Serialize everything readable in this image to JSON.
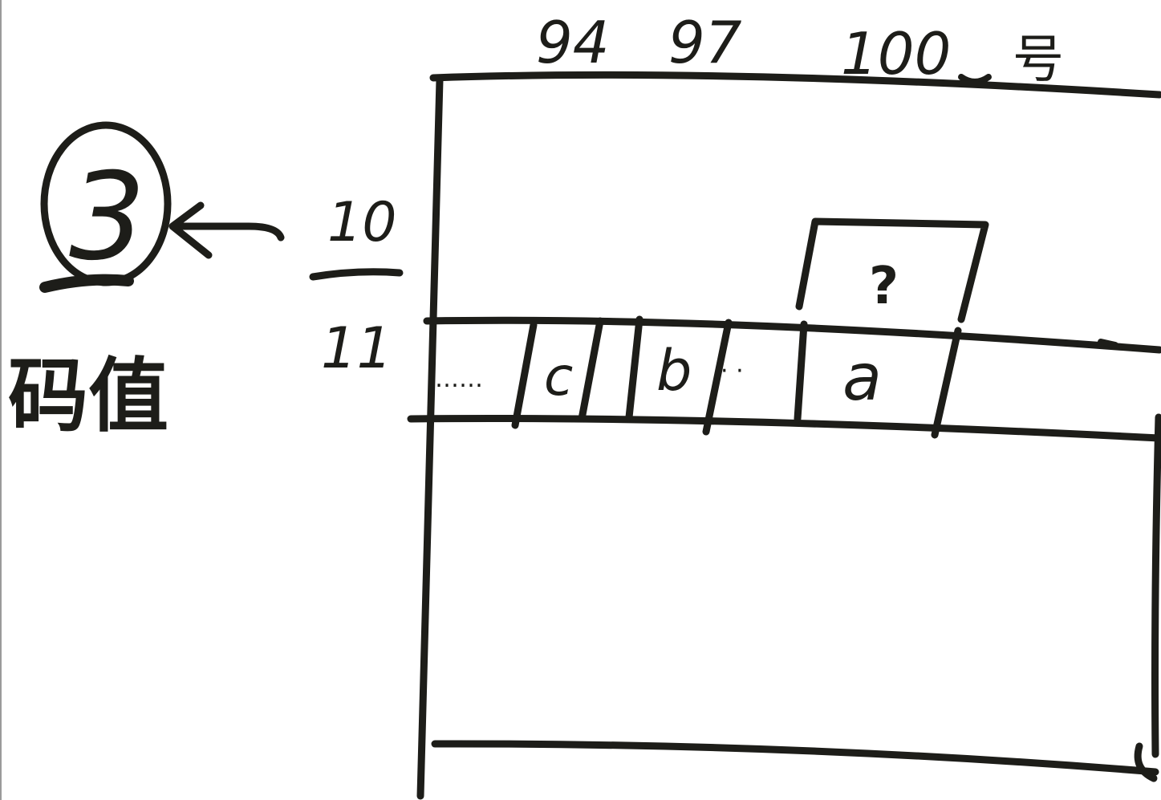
{
  "colors": {
    "ink": "#1d1d19",
    "background": "#ffffff",
    "left_edge": "#9a9a9a"
  },
  "column_labels": {
    "col_94": "94",
    "col_97": "97",
    "col_100": "100",
    "col_suffix": "号"
  },
  "row_labels": {
    "row_10": "10",
    "row_11": "11"
  },
  "circled_value": "3",
  "value_label": "码值",
  "cells": {
    "ellipsis_left": "……",
    "c": "c",
    "b": "b",
    "ellipsis_mid": "· ·",
    "a": "a",
    "unknown": "?"
  }
}
